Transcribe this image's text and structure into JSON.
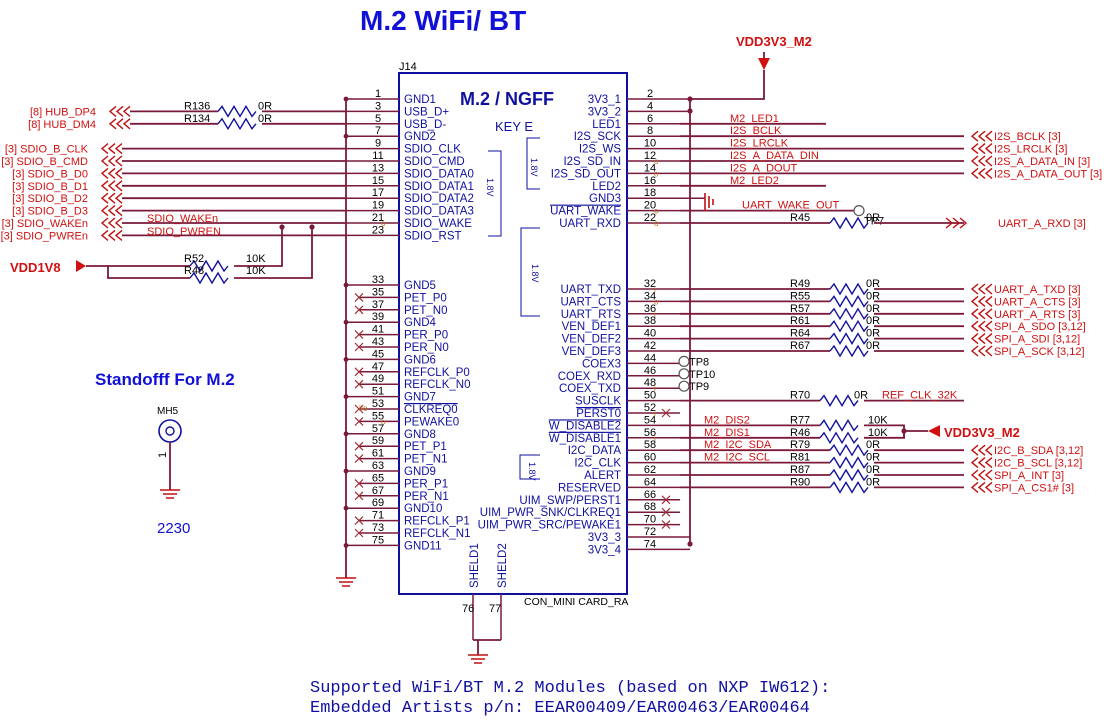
{
  "title": "M.2 WiFi/ BT",
  "connector": {
    "ref": "J14",
    "name": "M.2 / NGFF",
    "key": "KEY E",
    "part": "CON_MINI CARD_RA",
    "voltage_label": "1.8V",
    "shield1": "SHELD1",
    "shield2": "SHELD2",
    "shield1_num": "76",
    "shield2_num": "77"
  },
  "left_pins": [
    {
      "n": "1",
      "name": "GND1"
    },
    {
      "n": "3",
      "name": "USB_D+"
    },
    {
      "n": "5",
      "name": "USB_D-"
    },
    {
      "n": "7",
      "name": "GND2"
    },
    {
      "n": "9",
      "name": "SDIO_CLK"
    },
    {
      "n": "11",
      "name": "SDIO_CMD"
    },
    {
      "n": "13",
      "name": "SDIO_DATA0"
    },
    {
      "n": "15",
      "name": "SDIO_DATA1"
    },
    {
      "n": "17",
      "name": "SDIO_DATA2"
    },
    {
      "n": "19",
      "name": "SDIO_DATA3"
    },
    {
      "n": "21",
      "name": "SDIO_WAKE"
    },
    {
      "n": "23",
      "name": "SDIO_RST"
    },
    {
      "n": "33",
      "name": "GND5"
    },
    {
      "n": "35",
      "name": "PET_P0"
    },
    {
      "n": "37",
      "name": "PET_N0"
    },
    {
      "n": "39",
      "name": "GND4"
    },
    {
      "n": "41",
      "name": "PER_P0"
    },
    {
      "n": "43",
      "name": "PER_N0"
    },
    {
      "n": "45",
      "name": "GND6"
    },
    {
      "n": "47",
      "name": "REFCLK_P0"
    },
    {
      "n": "49",
      "name": "REFCLK_N0"
    },
    {
      "n": "51",
      "name": "GND7"
    },
    {
      "n": "53",
      "name": "CLKREQ0"
    },
    {
      "n": "55",
      "name": "PEWAKE0"
    },
    {
      "n": "57",
      "name": "GND8"
    },
    {
      "n": "59",
      "name": "PET_P1"
    },
    {
      "n": "61",
      "name": "PET_N1"
    },
    {
      "n": "63",
      "name": "GND9"
    },
    {
      "n": "65",
      "name": "PER_P1"
    },
    {
      "n": "67",
      "name": "PER_N1"
    },
    {
      "n": "69",
      "name": "GND10"
    },
    {
      "n": "71",
      "name": "REFCLK_P1"
    },
    {
      "n": "73",
      "name": "REFCLK_N1"
    },
    {
      "n": "75",
      "name": "GND11"
    }
  ],
  "right_pins": [
    {
      "n": "2",
      "name": "3V3_1"
    },
    {
      "n": "4",
      "name": "3V3_2"
    },
    {
      "n": "6",
      "name": "LED1"
    },
    {
      "n": "8",
      "name": "I2S_SCK"
    },
    {
      "n": "10",
      "name": "I2S_WS"
    },
    {
      "n": "12",
      "name": "I2S_SD_IN"
    },
    {
      "n": "14",
      "name": "I2S_SD_OUT"
    },
    {
      "n": "16",
      "name": "LED2"
    },
    {
      "n": "18",
      "name": "GND3"
    },
    {
      "n": "20",
      "name": "UART_WAKE"
    },
    {
      "n": "22",
      "name": "UART_RXD"
    },
    {
      "n": "32",
      "name": "UART_TXD"
    },
    {
      "n": "34",
      "name": "UART_CTS"
    },
    {
      "n": "36",
      "name": "UART_RTS"
    },
    {
      "n": "38",
      "name": "VEN_DEF1"
    },
    {
      "n": "40",
      "name": "VEN_DEF2"
    },
    {
      "n": "42",
      "name": "VEN_DEF3"
    },
    {
      "n": "44",
      "name": "COEX3"
    },
    {
      "n": "46",
      "name": "COEX_RXD"
    },
    {
      "n": "48",
      "name": "COEX_TXD"
    },
    {
      "n": "50",
      "name": "SUSCLK"
    },
    {
      "n": "52",
      "name": "PERST0"
    },
    {
      "n": "54",
      "name": "W_DISABLE2"
    },
    {
      "n": "56",
      "name": "W_DISABLE1"
    },
    {
      "n": "58",
      "name": "I2C_DATA"
    },
    {
      "n": "60",
      "name": "I2C_CLK"
    },
    {
      "n": "62",
      "name": "ALERT"
    },
    {
      "n": "64",
      "name": "RESERVED"
    },
    {
      "n": "66",
      "name": "UIM_SWP/PERST1"
    },
    {
      "n": "68",
      "name": "UIM_PWR_SNK/CLKREQ1"
    },
    {
      "n": "70",
      "name": "UIM_PWR_SRC/PEWAKE1"
    },
    {
      "n": "72",
      "name": "3V3_3"
    },
    {
      "n": "74",
      "name": "3V3_4"
    }
  ],
  "left_nets": [
    {
      "label": "[8]  HUB_DP4"
    },
    {
      "label": "[8]  HUB_DM4"
    },
    {
      "label": "[3]  SDIO_B_CLK"
    },
    {
      "label": "[3]  SDIO_B_CMD"
    },
    {
      "label": "[3]  SDIO_B_D0"
    },
    {
      "label": "[3]  SDIO_B_D1"
    },
    {
      "label": "[3]  SDIO_B_D2"
    },
    {
      "label": "[3]  SDIO_B_D3"
    },
    {
      "label": "[3]  SDIO_WAKEn"
    },
    {
      "label": "[3]  SDIO_PWREn"
    }
  ],
  "left_inner_nets": [
    "SDIO_WAKEn",
    "SDIO_PWREN"
  ],
  "usb_res": [
    {
      "ref": "R136",
      "val": "0R"
    },
    {
      "ref": "R134",
      "val": "0R"
    }
  ],
  "vdd1v8": {
    "label": "VDD1V8"
  },
  "pullups": [
    {
      "ref": "R52",
      "val": "10K"
    },
    {
      "ref": "R48",
      "val": "10K"
    }
  ],
  "vdd3v3_top": "VDD3V3_M2",
  "vdd3v3_right": "VDD3V3_M2",
  "right_inner_nets": [
    {
      "label": "M2_LED1"
    },
    {
      "label": "I2S_BCLK"
    },
    {
      "label": "I2S_LRCLK"
    },
    {
      "label": "I2S_A_DATA_DIN"
    },
    {
      "label": "I2S_A_DOUT"
    },
    {
      "label": "M2_LED2"
    }
  ],
  "right_nets_i2s": [
    {
      "label": "I2S_BCLK  [3]"
    },
    {
      "label": "I2S_LRCLK  [3]"
    },
    {
      "label": "I2S_A_DATA_IN  [3]"
    },
    {
      "label": "I2S_A_DATA_OUT  [3]"
    }
  ],
  "uart_wake_out": "UART_WAKE_OUT",
  "tp7": "TP7",
  "r45": {
    "ref": "R45",
    "val": "0R"
  },
  "uart_rxd": "UART_A_RXD  [3]",
  "uart_res": [
    {
      "ref": "R49",
      "val": "0R",
      "net": "UART_A_TXD  [3]"
    },
    {
      "ref": "R55",
      "val": "0R",
      "net": "UART_A_CTS  [3]"
    },
    {
      "ref": "R57",
      "val": "0R",
      "net": "UART_A_RTS  [3]"
    },
    {
      "ref": "R61",
      "val": "0R",
      "net": "SPI_A_SDO  [3,12]"
    },
    {
      "ref": "R64",
      "val": "0R",
      "net": "SPI_A_SDI  [3,12]"
    },
    {
      "ref": "R67",
      "val": "0R",
      "net": "SPI_A_SCK  [3,12]"
    }
  ],
  "tps": [
    "TP8",
    "TP10",
    "TP9"
  ],
  "r70": {
    "ref": "R70",
    "val": "0R",
    "net": "REF_CLK_32K"
  },
  "dis": [
    {
      "ref": "R77",
      "val": "10K",
      "net": "M2_DIS2"
    },
    {
      "ref": "R46",
      "val": "10K",
      "net": "M2_DIS1"
    }
  ],
  "i2c": [
    {
      "ref": "R79",
      "val": "0R",
      "inner": "M2_I2C_SDA",
      "net": "I2C_B_SDA  [3,12]"
    },
    {
      "ref": "R81",
      "val": "0R",
      "inner": "M2_I2C_SCL",
      "net": "I2C_B_SCL  [3,12]"
    },
    {
      "ref": "R87",
      "val": "0R",
      "inner": "",
      "net": "SPI_A_INT  [3]"
    },
    {
      "ref": "R90",
      "val": "0R",
      "inner": "",
      "net": "SPI_A_CS1#  [3]"
    }
  ],
  "standoff": {
    "title": "Standofff For M.2",
    "ref": "MH5",
    "pin": "1",
    "size": "2230"
  },
  "footer": {
    "line1": "Supported WiFi/BT M.2 Modules (based on NXP IW612):",
    "line2": "Embedded Artists p/n: EEAR00409/EAR00463/EAR00464"
  }
}
